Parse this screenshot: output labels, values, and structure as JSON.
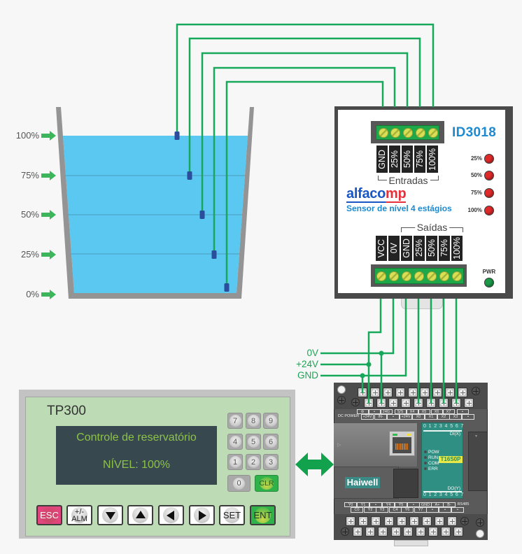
{
  "colors": {
    "wire": "#17a85a",
    "water": "#5bc8f2",
    "probe": "#2a4e9c",
    "brand_blue": "#1b8ad1",
    "brand_red": "#e8303a",
    "led_red": "#e02a2a",
    "led_green": "#1a9a48",
    "plc_teal": "#2f8f82",
    "hmi_panel": "#bddcb5",
    "lcd_background": "#37494f",
    "lcd_text": "#8cc247",
    "esc_key": "#e0457b",
    "ent_key": "#2fb24a",
    "power_label": "#1ba553"
  },
  "tank": {
    "water_level_percent": 100,
    "level_markers": [
      {
        "label": "100%",
        "value": 100
      },
      {
        "label": "75%",
        "value": 75
      },
      {
        "label": "50%",
        "value": 50
      },
      {
        "label": "25%",
        "value": 25
      },
      {
        "label": "0%",
        "value": 0
      }
    ],
    "probes": [
      {
        "level": 100
      },
      {
        "level": 75
      },
      {
        "level": 50
      },
      {
        "level": 25
      },
      {
        "level": 0
      }
    ]
  },
  "sensor_module": {
    "model": "ID3018",
    "brand_part1": "alfaco",
    "brand_part2": "mp",
    "description": "Sensor de nível 4 estágios",
    "inputs_label": "Entradas",
    "inputs": [
      "GND",
      "25%",
      "50%",
      "75%",
      "100%"
    ],
    "outputs_label": "Saídas",
    "outputs": [
      "VCC",
      "0V",
      "GND",
      "25%",
      "50%",
      "75%",
      "100%"
    ],
    "leds": [
      {
        "label": "25%",
        "state": "on"
      },
      {
        "label": "50%",
        "state": "on"
      },
      {
        "label": "75%",
        "state": "on"
      },
      {
        "label": "100%",
        "state": "on"
      }
    ],
    "power_led": {
      "label": "PWR",
      "state": "on"
    }
  },
  "power_bus": [
    "0V",
    "+24V",
    "GND"
  ],
  "plc": {
    "brand": "Haiwell",
    "model": "T16S0P",
    "top_labels_row1": [
      "⊜",
      "•",
      "24G",
      "S/S",
      "X4",
      "X5",
      "X6",
      "X7",
      "•"
    ],
    "top_labels_row2_title": "DC POWER",
    "top_labels_row2": [
      "+24V",
      "IN-",
      "•",
      "+24V",
      "X0",
      "X1",
      "X2",
      "X3",
      "•"
    ],
    "bottom_labels_row1": [
      "Y0",
      "Y1",
      "•",
      "Y4",
      "Y5",
      "•",
      "GND",
      "A+",
      "B-"
    ],
    "bottom_labels_row1_title": "RS485",
    "bottom_labels_row2": [
      "C0",
      "Y2",
      "Y3",
      "C4",
      "Y6",
      "Y7",
      "•",
      "•",
      "•"
    ],
    "input_digits": "01234567",
    "input_label": "DI(X)",
    "output_digits": "01234567",
    "output_label": "DO(Y)",
    "status_indicators": [
      "POW",
      "RUN",
      "COM",
      "ERR"
    ]
  },
  "hmi": {
    "model": "TP300",
    "screen_lines": [
      "Controle de reservatório",
      "NÍVEL: 100%"
    ],
    "numeric_keys": [
      "7",
      "8",
      "9",
      "4",
      "5",
      "6",
      "1",
      "2",
      "3"
    ],
    "zero_key": "0",
    "clear_key": "CLR",
    "function_keys": {
      "esc": "ESC",
      "alm_top": "+/-",
      "alm_bottom": "ALM",
      "set": "SET",
      "ent": "ENT"
    },
    "navigation_keys": [
      "down-arrow",
      "up-arrow",
      "left-arrow",
      "right-arrow"
    ]
  },
  "link": {
    "type": "bidirectional",
    "between": [
      "hmi",
      "plc"
    ]
  }
}
